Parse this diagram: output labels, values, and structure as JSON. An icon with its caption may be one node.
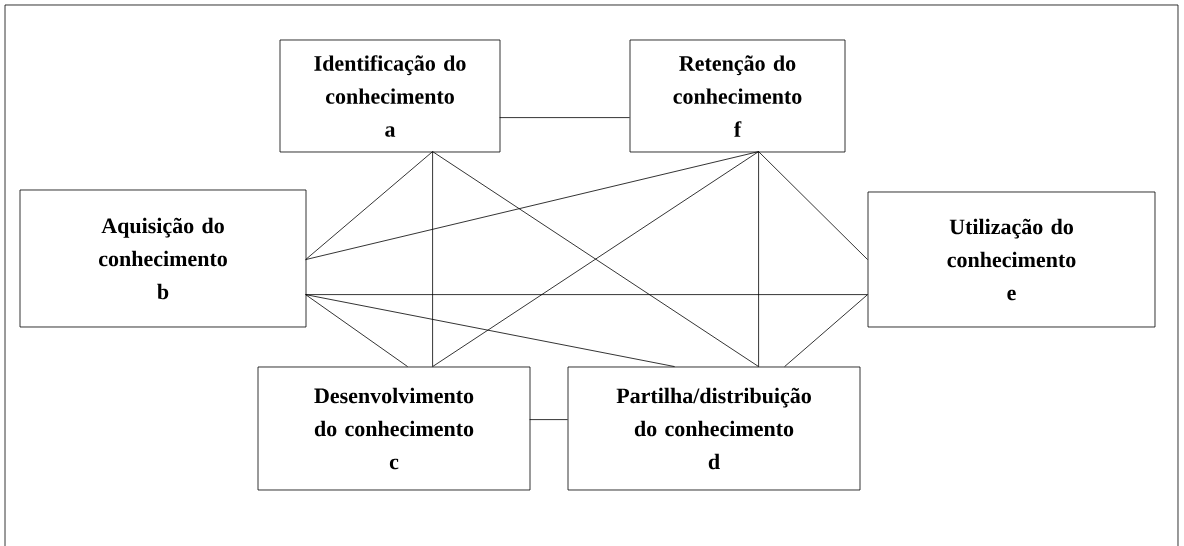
{
  "diagram": {
    "nodes": [
      {
        "text": [
          "Identificação do conhecimento",
          "a"
        ]
      },
      {
        "text": [
          "Retenção do conhecimento",
          "f"
        ]
      },
      {
        "text": [
          "Aquisição do conhecimento",
          "b"
        ]
      },
      {
        "text": [
          "Utilização do conhecimento",
          "e"
        ]
      },
      {
        "text": [
          "Desenvolvimento do conhecimento",
          "c"
        ]
      },
      {
        "text": [
          "Partilha/distribuição do conhecimento",
          "d"
        ]
      }
    ],
    "edges": [
      {
        "from": 0,
        "to": 1,
        "arrow": "none"
      },
      {
        "from": 0,
        "to": 2,
        "arrow": "none"
      },
      {
        "from": 0,
        "to": 4,
        "arrow": "none"
      },
      {
        "from": 0,
        "to": 5,
        "arrow": "none"
      },
      {
        "from": 1,
        "to": 2,
        "arrow": "none"
      },
      {
        "from": 1,
        "to": 4,
        "arrow": "none"
      },
      {
        "from": 1,
        "to": 5,
        "arrow": "none"
      },
      {
        "from": 1,
        "to": 3,
        "arrow": "none"
      },
      {
        "from": 2,
        "to": 3,
        "arrow": "none"
      },
      {
        "from": 2,
        "to": 4,
        "arrow": "none"
      },
      {
        "from": 2,
        "to": 5,
        "arrow": "none"
      },
      {
        "from": 3,
        "to": 5,
        "arrow": "none"
      },
      {
        "from": 4,
        "to": 5,
        "arrow": "none"
      }
    ]
  }
}
